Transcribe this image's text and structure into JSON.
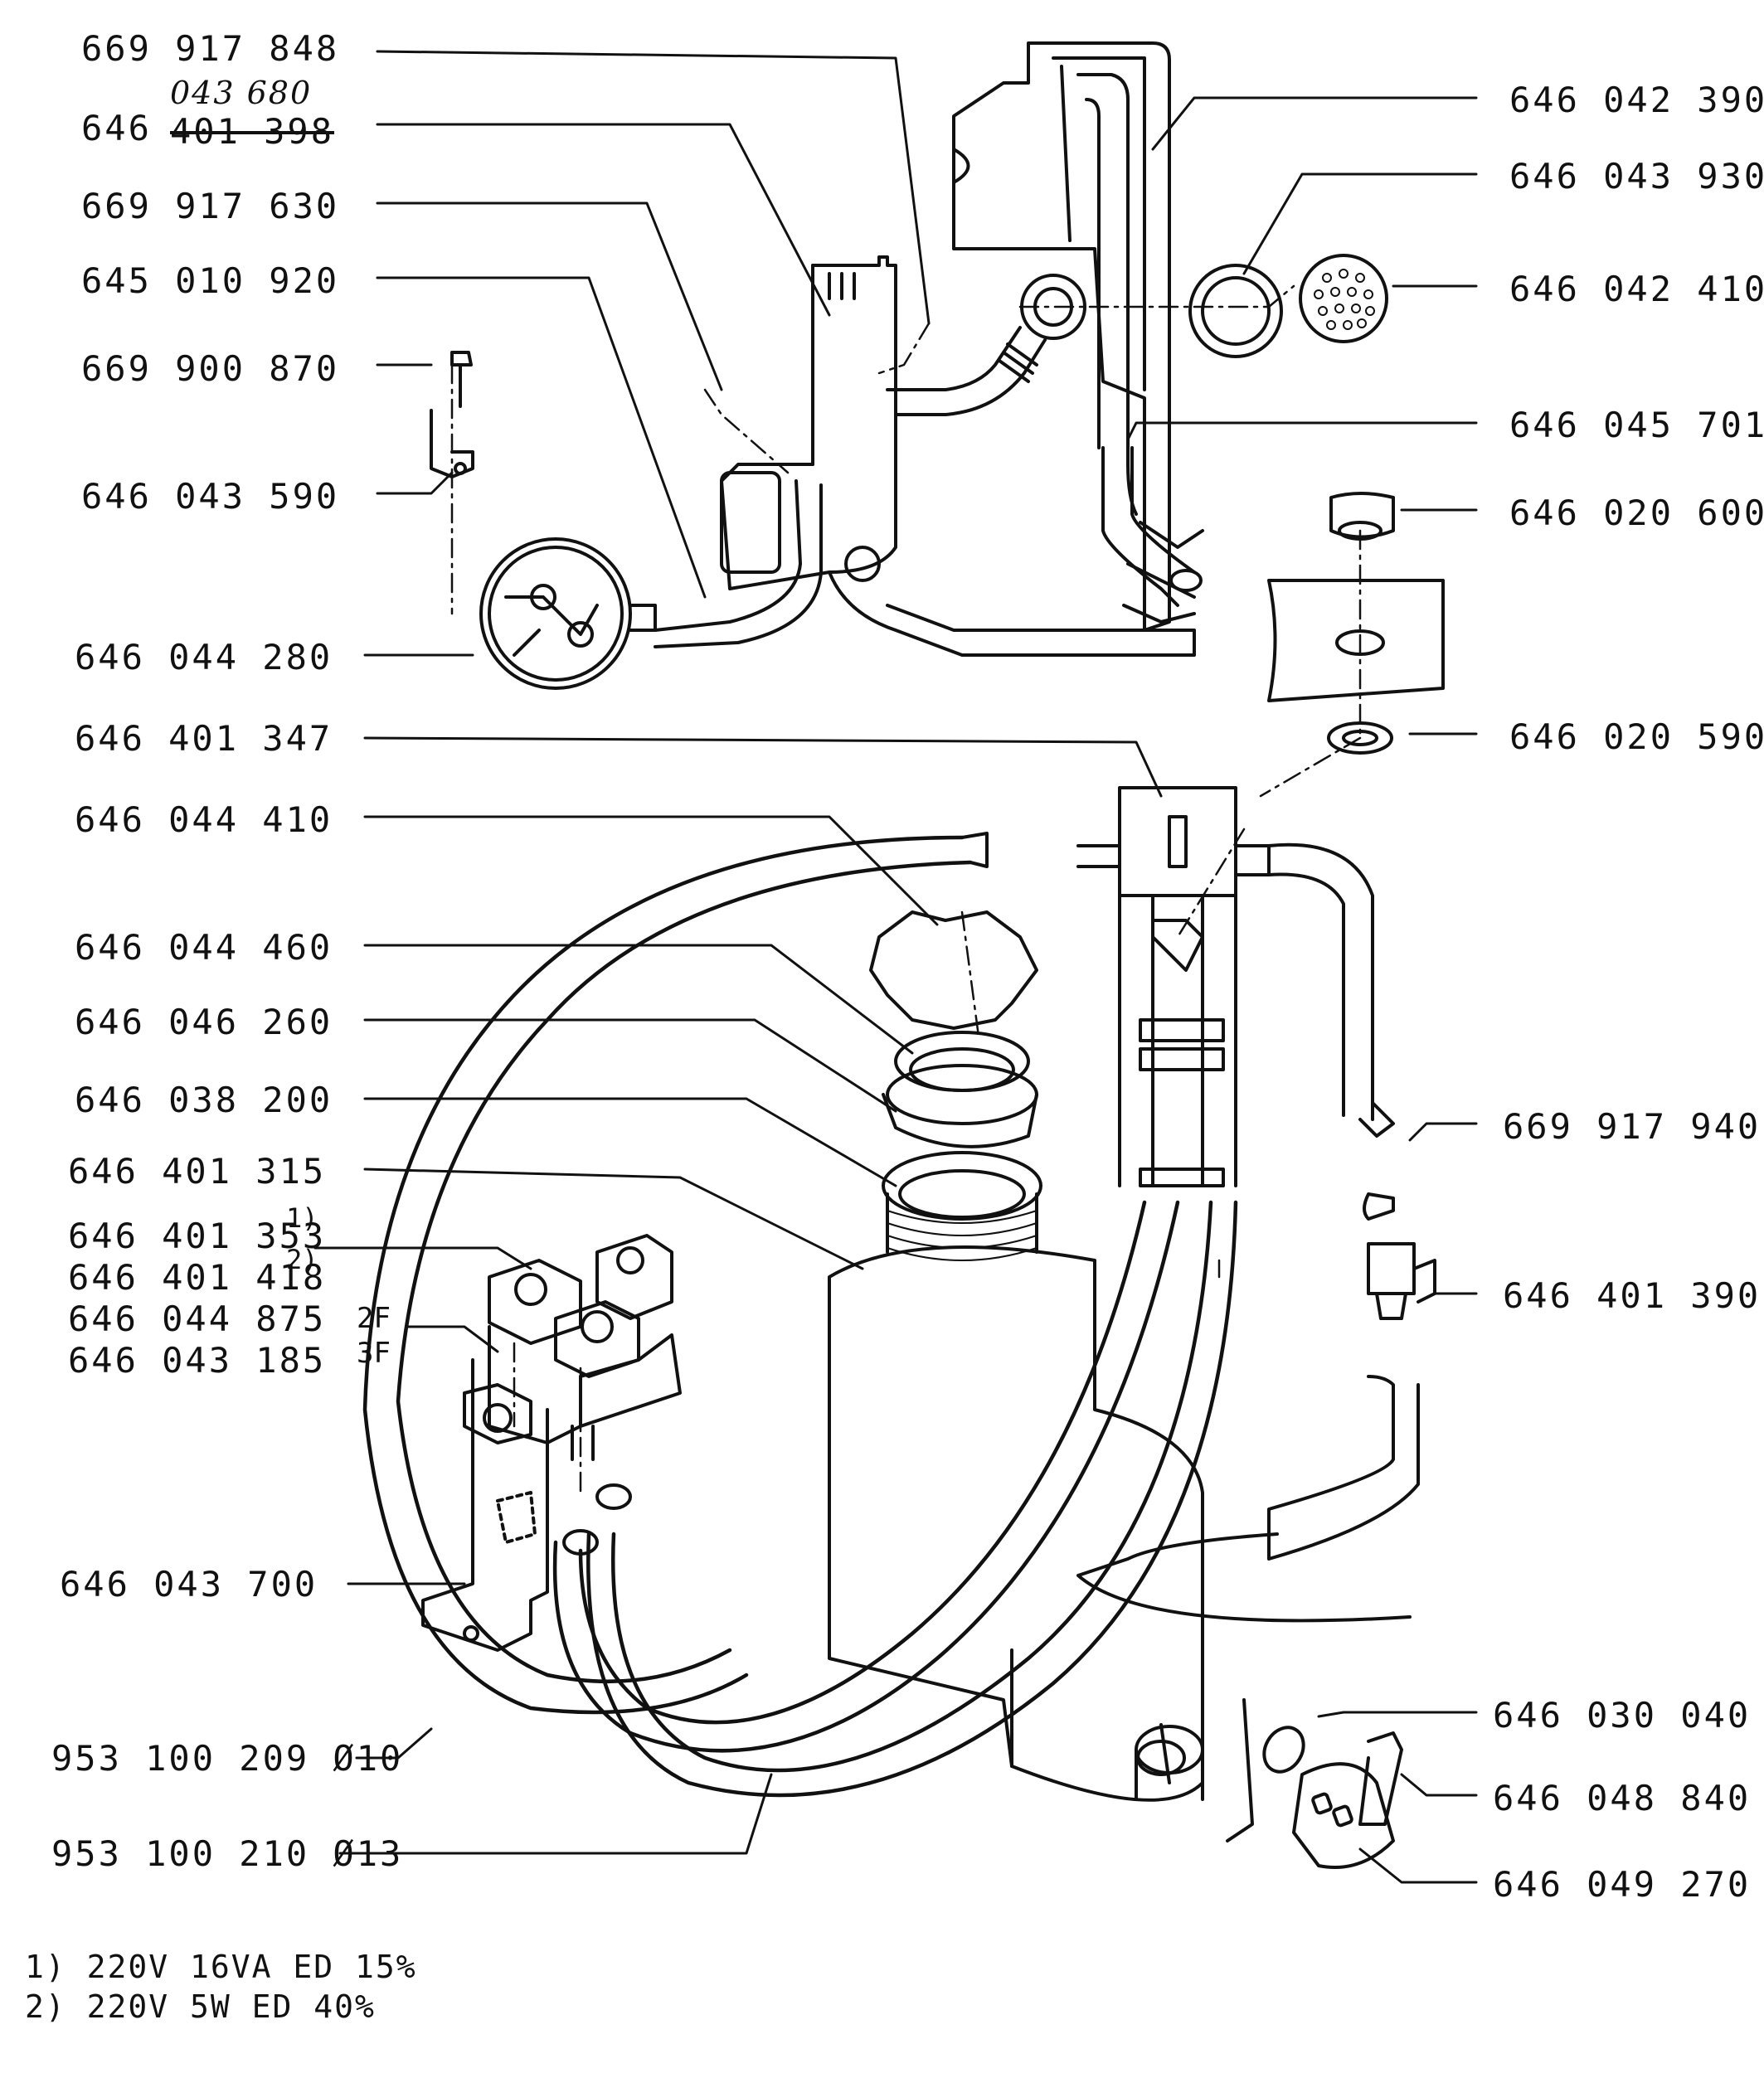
{
  "left_labels": [
    "669 917 848",
    "646",
    "669 917 630",
    "645 010 920",
    "669 900 870",
    "646 043 590",
    "646 044 280",
    "646 401 347",
    "646 044 410",
    "646 044 460",
    "646 046 260",
    "646 038 200",
    "646 401 315",
    "646 401 353",
    "646 401 418",
    "646 044 875",
    "646 043 185",
    "646 043 700",
    "953 100 209 Ø10",
    "953 100 210 Ø13"
  ],
  "correction": {
    "handwritten": "043 680",
    "struck": "401 398"
  },
  "right_labels": [
    "646 042 390",
    "646 043 930",
    "646 042 410",
    "646 045 701",
    "646 020 600",
    "646 020 590",
    "669 917 940",
    "646 401 390",
    "646 030 040",
    "646 048 840",
    "646 049 270"
  ],
  "footnote_marks": [
    "1)",
    "2)"
  ],
  "valve_tags": [
    "2F",
    "3F"
  ],
  "notes": [
    "1) 220V 16VA ED 15%",
    "2) 220V 5W ED 40%"
  ]
}
